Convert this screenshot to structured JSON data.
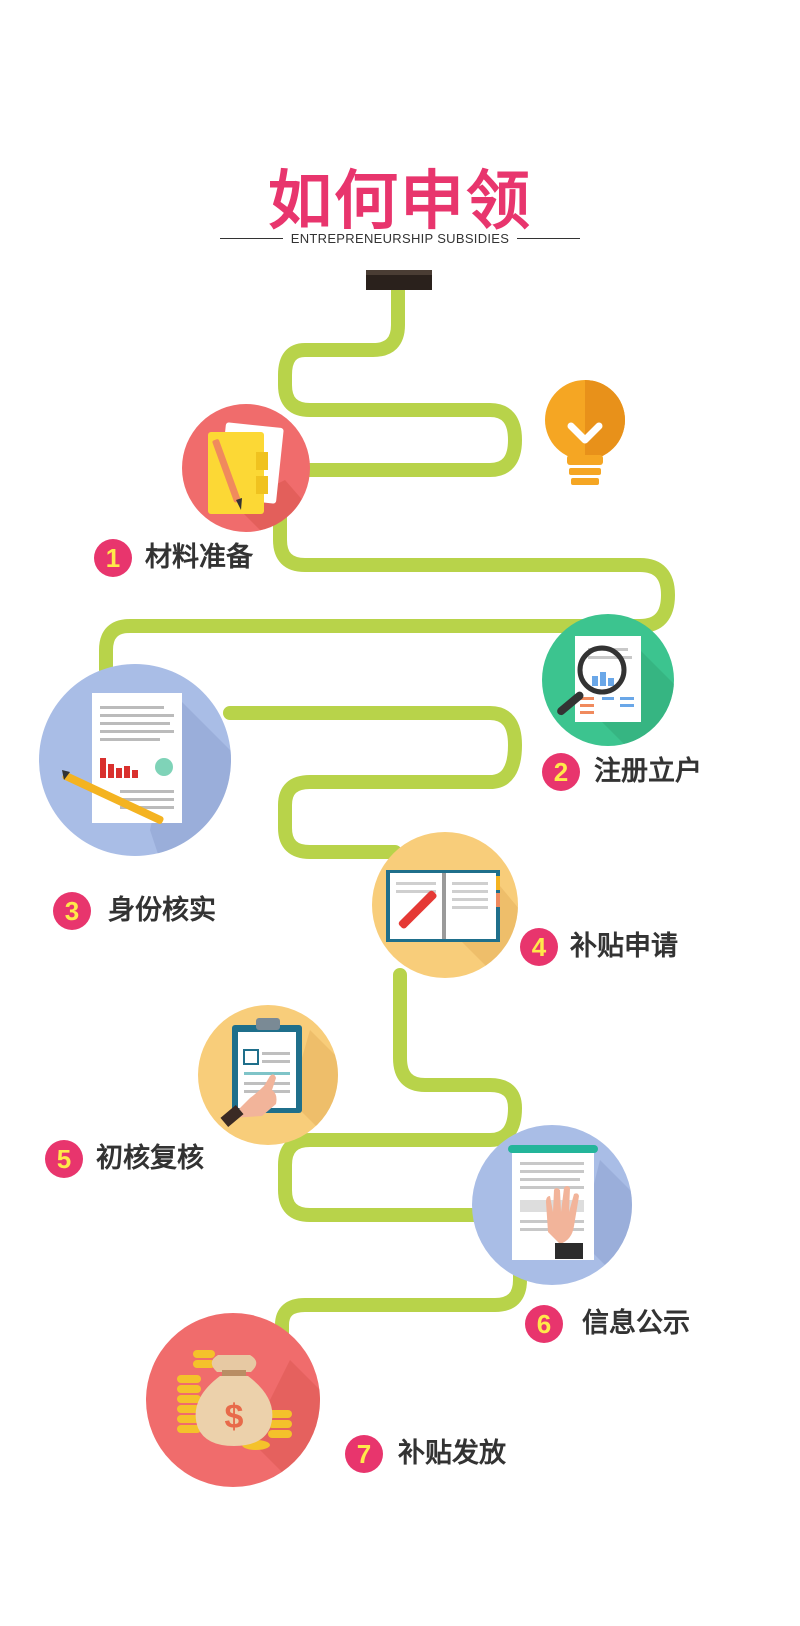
{
  "header": {
    "title": "如何申领",
    "subtitle": "ENTREPRENEURSHIP SUBSIDIES"
  },
  "colors": {
    "title": "#e8356d",
    "path": "#b8d34a",
    "badge": "#e8356d",
    "badge_digit": "#ffe94a",
    "bulb": "#f5a623"
  },
  "steps": [
    {
      "number": "1",
      "label": "材料准备",
      "icon": "folder-pencil-icon",
      "circle": "#f06c6c"
    },
    {
      "number": "2",
      "label": "注册立户",
      "icon": "magnifier-report-icon",
      "circle": "#3cc48f"
    },
    {
      "number": "3",
      "label": "身份核实",
      "icon": "document-pen-icon",
      "circle": "#a9bde6"
    },
    {
      "number": "4",
      "label": "补贴申请",
      "icon": "open-notebook-icon",
      "circle": "#f8cd7a"
    },
    {
      "number": "5",
      "label": "初核复核",
      "icon": "clipboard-pointer-icon",
      "circle": "#f8cd7a"
    },
    {
      "number": "6",
      "label": "信息公示",
      "icon": "paper-hand-icon",
      "circle": "#a9bde6"
    },
    {
      "number": "7",
      "label": "补贴发放",
      "icon": "money-bag-icon",
      "circle": "#f06c6c"
    }
  ]
}
